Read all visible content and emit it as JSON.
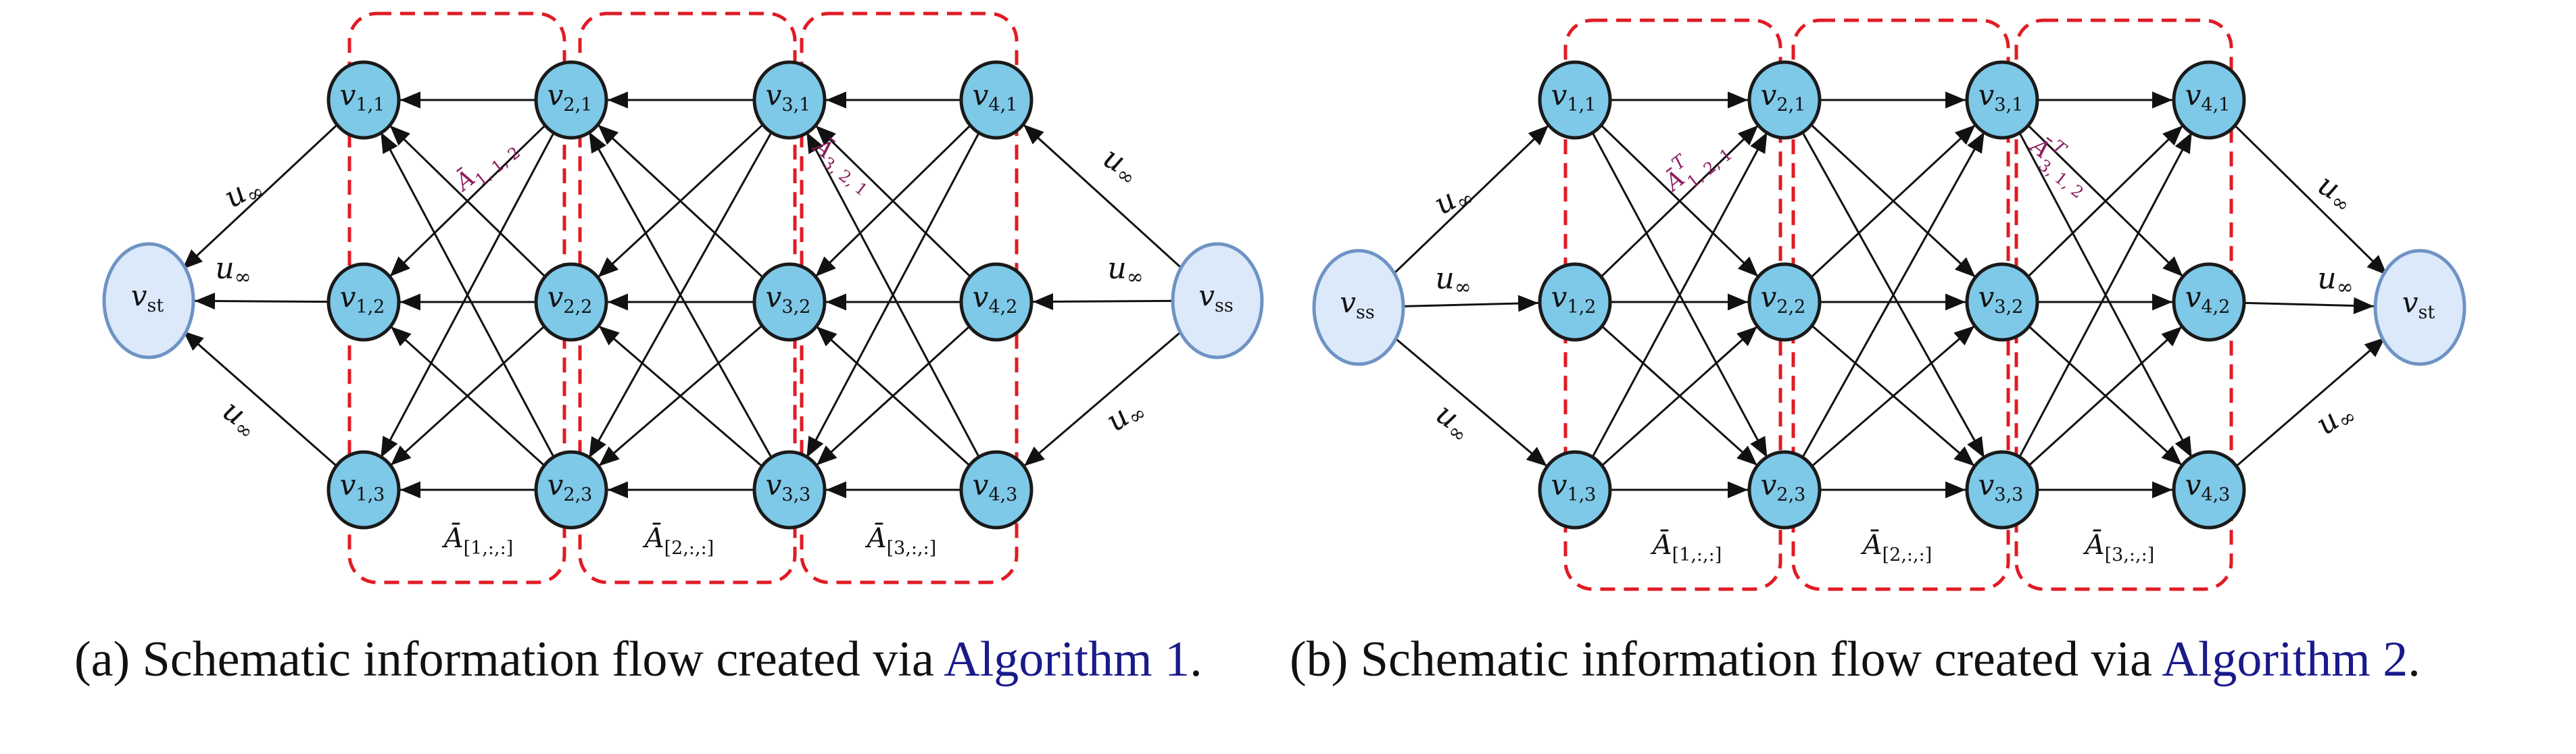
{
  "panels": [
    {
      "id": "a",
      "caption": {
        "prefix": "(a) Schematic information flow created via ",
        "link": "Algorithm 1",
        "suffix": "."
      },
      "source": {
        "base": "v",
        "sub": "ss"
      },
      "sink": {
        "base": "v",
        "sub": "st"
      },
      "edge_weight": {
        "base": "u",
        "sub": "∞"
      },
      "node_base": "v",
      "node_subs": [
        [
          "1,1",
          "1,2",
          "1,3"
        ],
        [
          "2,1",
          "2,2",
          "2,3"
        ],
        [
          "3,1",
          "3,2",
          "3,3"
        ],
        [
          "4,1",
          "4,2",
          "4,3"
        ]
      ],
      "matrix_labels": [
        {
          "base": "Ā",
          "sub": "[1,:,:]"
        },
        {
          "base": "Ā",
          "sub": "[2,:,:]"
        },
        {
          "base": "Ā",
          "sub": "[3,:,:]"
        }
      ],
      "annotations": [
        {
          "base": "Ā",
          "sub": "1, 1, 2",
          "sup": ""
        },
        {
          "base": "Ā",
          "sub": "3, 2, 1",
          "sup": ""
        }
      ]
    },
    {
      "id": "b",
      "caption": {
        "prefix": "(b) Schematic information flow created via ",
        "link": "Algorithm 2",
        "suffix": "."
      },
      "source": {
        "base": "v",
        "sub": "ss"
      },
      "sink": {
        "base": "v",
        "sub": "st"
      },
      "edge_weight": {
        "base": "u",
        "sub": "∞"
      },
      "node_base": "v",
      "node_subs": [
        [
          "1,1",
          "1,2",
          "1,3"
        ],
        [
          "2,1",
          "2,2",
          "2,3"
        ],
        [
          "3,1",
          "3,2",
          "3,3"
        ],
        [
          "4,1",
          "4,2",
          "4,3"
        ]
      ],
      "matrix_labels": [
        {
          "base": "Ā",
          "sub": "[1,:,:]"
        },
        {
          "base": "Ā",
          "sub": "[2,:,:]"
        },
        {
          "base": "Ā",
          "sub": "[3,:,:]"
        }
      ],
      "annotations": [
        {
          "base": "Ā",
          "sub": "1, 2, 1",
          "sup": "T"
        },
        {
          "base": "Ā",
          "sub": "3, 1, 2",
          "sup": "T"
        }
      ]
    }
  ],
  "colors": {
    "node_fill": "#7ec8e8",
    "terminal_fill": "#dce9fa",
    "terminal_stroke": "#6e93c4",
    "box_stroke": "#e01b24",
    "annotation_text": "#8b1b5e",
    "link_text": "#1a1a8a"
  }
}
